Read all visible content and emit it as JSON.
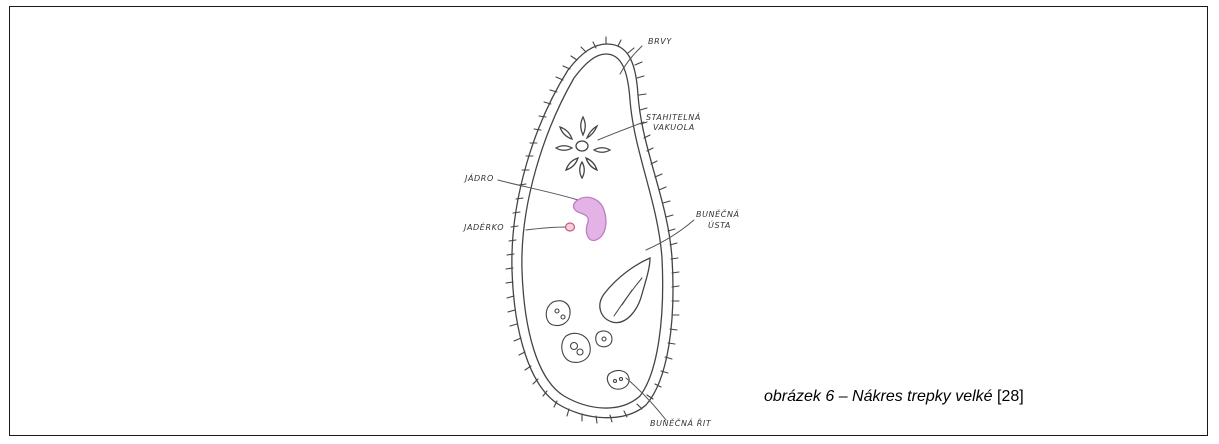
{
  "figure": {
    "labels": {
      "brvy": "BRVY",
      "vacuole_line1": "STAHITELNÁ",
      "vacuole_line2": "VAKUOLA",
      "jadro": "JÁDRO",
      "jaderko": "JADÉRKO",
      "mouth_line1": "BUNĚČNÁ",
      "mouth_line2": "ÚSTA",
      "anus": "BUNĚČNÁ ŘIT"
    },
    "colors": {
      "outline": "#444444",
      "nucleus_fill": "#e3b3e6",
      "nucleus_stroke": "#c07bc6",
      "nucleolus_stroke": "#cc5577"
    }
  },
  "caption": {
    "italic_text": "obrázek 6 – Nákres trepky velké",
    "reference": "[28]"
  }
}
